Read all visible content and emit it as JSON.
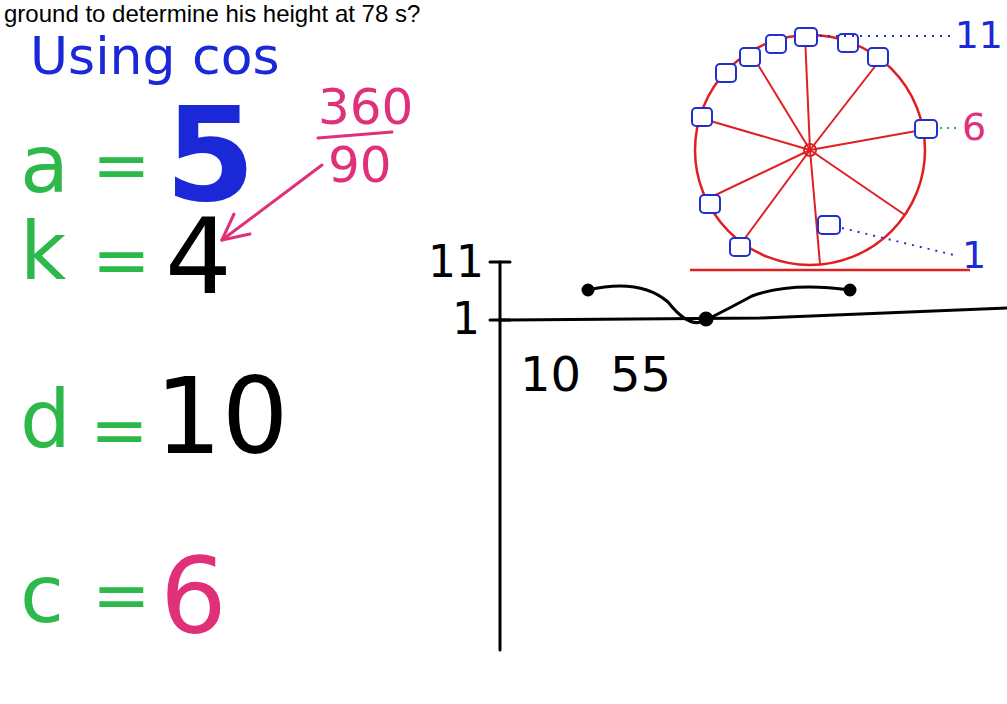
{
  "diagram": {
    "labels": [
      "ground to determine his height at 78 s?",
      "Using cos",
      "a",
      "=",
      "5",
      "k",
      "=",
      "4",
      "360",
      "90",
      "d",
      "=",
      "10",
      "c",
      "=",
      "6",
      "11",
      "6",
      "1",
      "11",
      "1",
      "10",
      "55"
    ]
  }
}
